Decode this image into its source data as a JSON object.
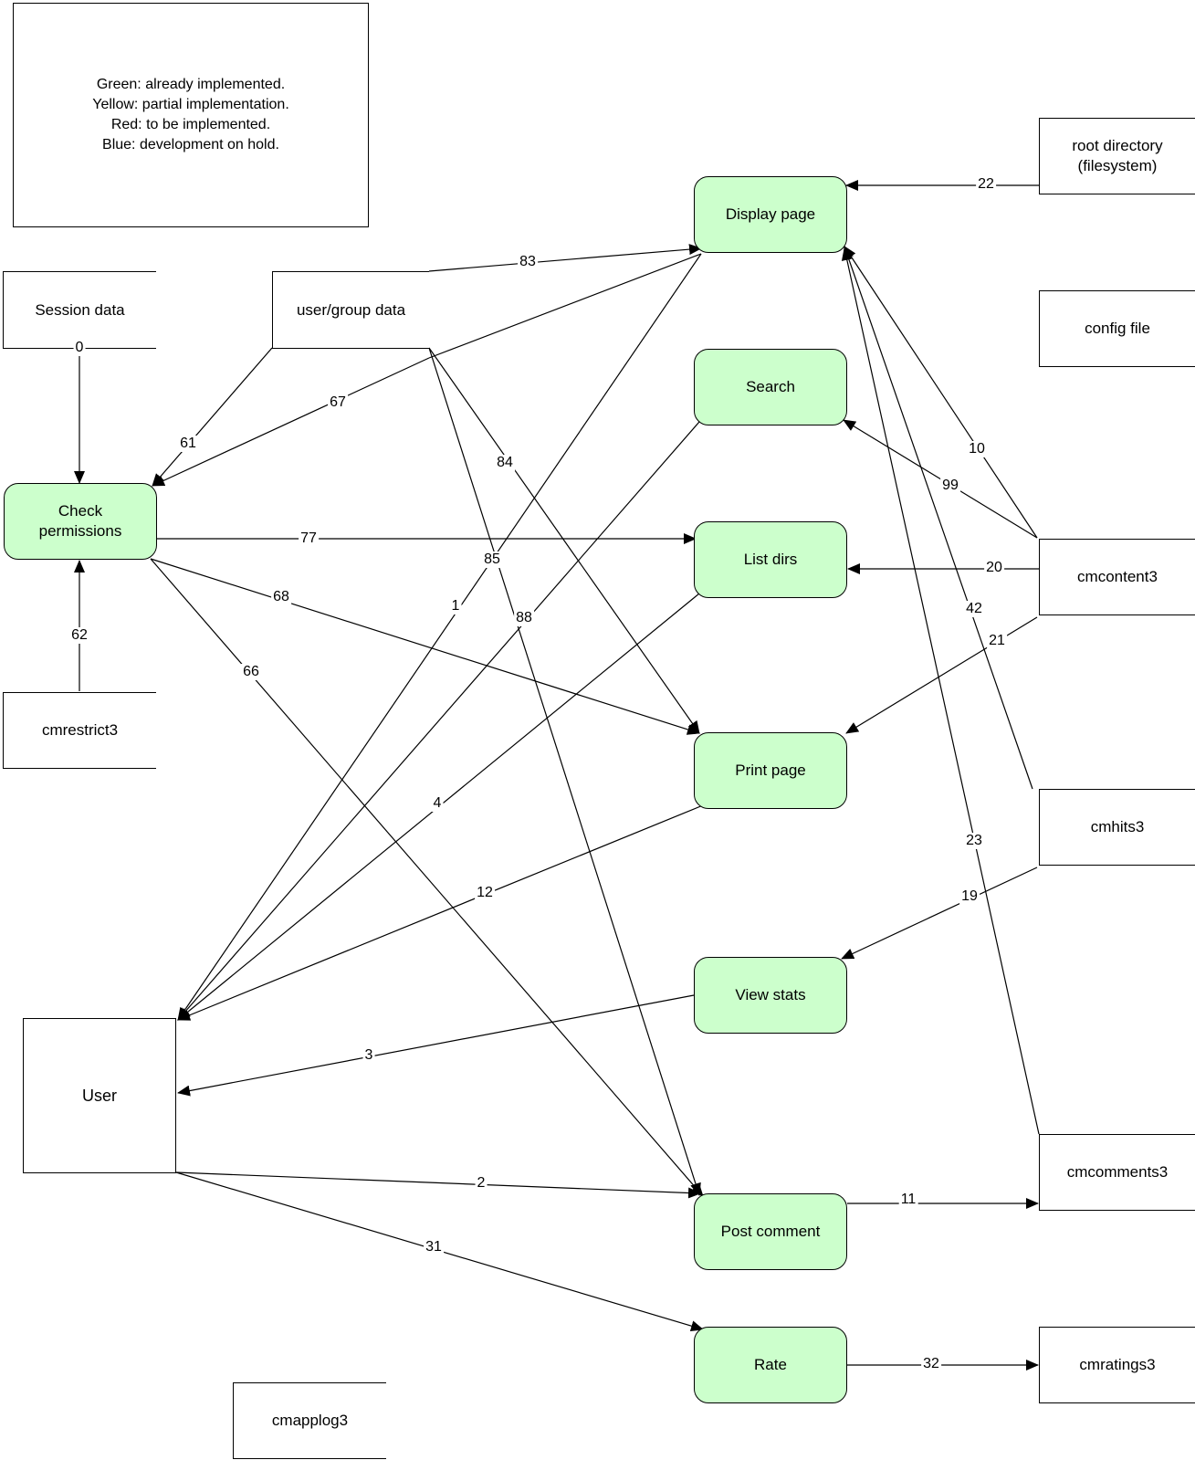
{
  "legend": {
    "lines": [
      "Green: already implemented.",
      "Yellow: partial implementation.",
      "Red: to be implemented.",
      "Blue: development on hold."
    ]
  },
  "processes": {
    "display_page": "Display page",
    "search": "Search",
    "list_dirs": "List dirs",
    "print_page": "Print page",
    "view_stats": "View stats",
    "post_comment": "Post comment",
    "rate": "Rate",
    "check_permissions": "Check\npermissions"
  },
  "stores": {
    "session_data": "Session data",
    "user_group_data": "user/group data",
    "cmrestrict3": "cmrestrict3",
    "root_directory": "root directory\n(filesystem)",
    "config_file": "config file",
    "cmcontent3": "cmcontent3",
    "cmhits3": "cmhits3",
    "cmcomments3": "cmcomments3",
    "cmratings3": "cmratings3",
    "cmapplog3": "cmapplog3"
  },
  "entities": {
    "user": "User"
  },
  "flows": {
    "f0": "0",
    "f1": "1",
    "f2": "2",
    "f3": "3",
    "f4": "4",
    "f10": "10",
    "f11": "11",
    "f12": "12",
    "f19": "19",
    "f20": "20",
    "f21": "21",
    "f22": "22",
    "f23": "23",
    "f31": "31",
    "f32": "32",
    "f42": "42",
    "f61": "61",
    "f62": "62",
    "f66": "66",
    "f67": "67",
    "f68": "68",
    "f77": "77",
    "f83": "83",
    "f84": "84",
    "f85": "85",
    "f88": "88",
    "f99": "99"
  },
  "colors": {
    "implemented": "#ccffcc",
    "line": "#000000"
  }
}
